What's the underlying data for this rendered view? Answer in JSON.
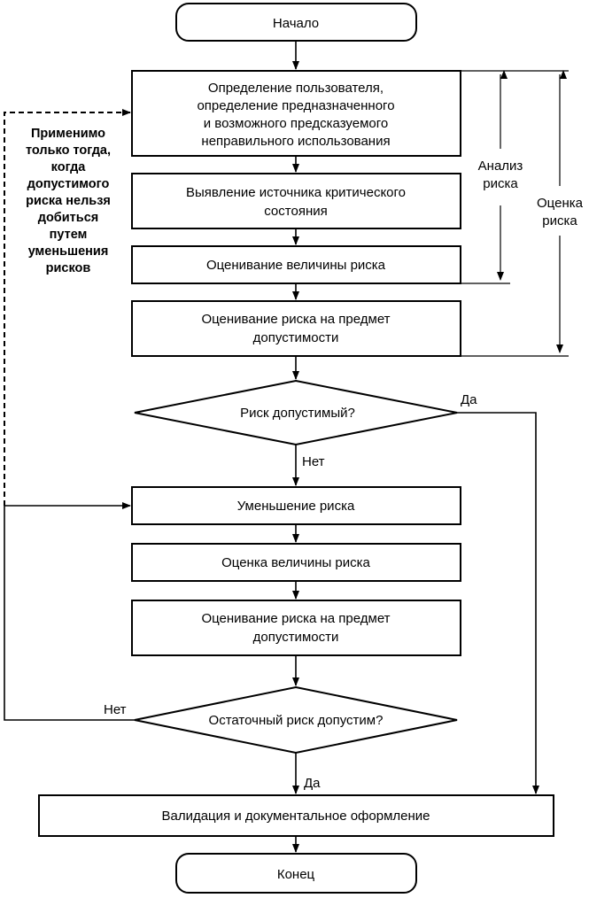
{
  "nodes": {
    "start": "Начало",
    "identify": [
      "Определение пользователя,",
      "определение предназначенного",
      "и возможного предсказуемого",
      "неправильного использования"
    ],
    "hazard": [
      "Выявление источника критического",
      "состояния"
    ],
    "estimate": "Оценивание величины риска",
    "evaluate1": [
      "Оценивание риска на предмет",
      "допустимости"
    ],
    "decision1": "Риск допустимый?",
    "reduce": "Уменьшение риска",
    "estimate2": "Оценка величины риска",
    "evaluate2": [
      "Оценивание риска на предмет",
      "допустимости"
    ],
    "decision2": "Остаточный риск допустим?",
    "validate": "Валидация и документальное оформление",
    "end": "Конец"
  },
  "labels": {
    "yes1": "Да",
    "no1": "Нет",
    "no2": "Нет",
    "yes2": "Да"
  },
  "brackets": {
    "analysis": [
      "Анализ",
      "риска"
    ],
    "assessment": [
      "Оценка",
      "риска"
    ]
  },
  "note": [
    "Применимо",
    "только тогда,",
    "когда",
    "допустимого",
    "риска нельзя",
    "добиться",
    "путем",
    "уменьшения",
    "рисков"
  ]
}
